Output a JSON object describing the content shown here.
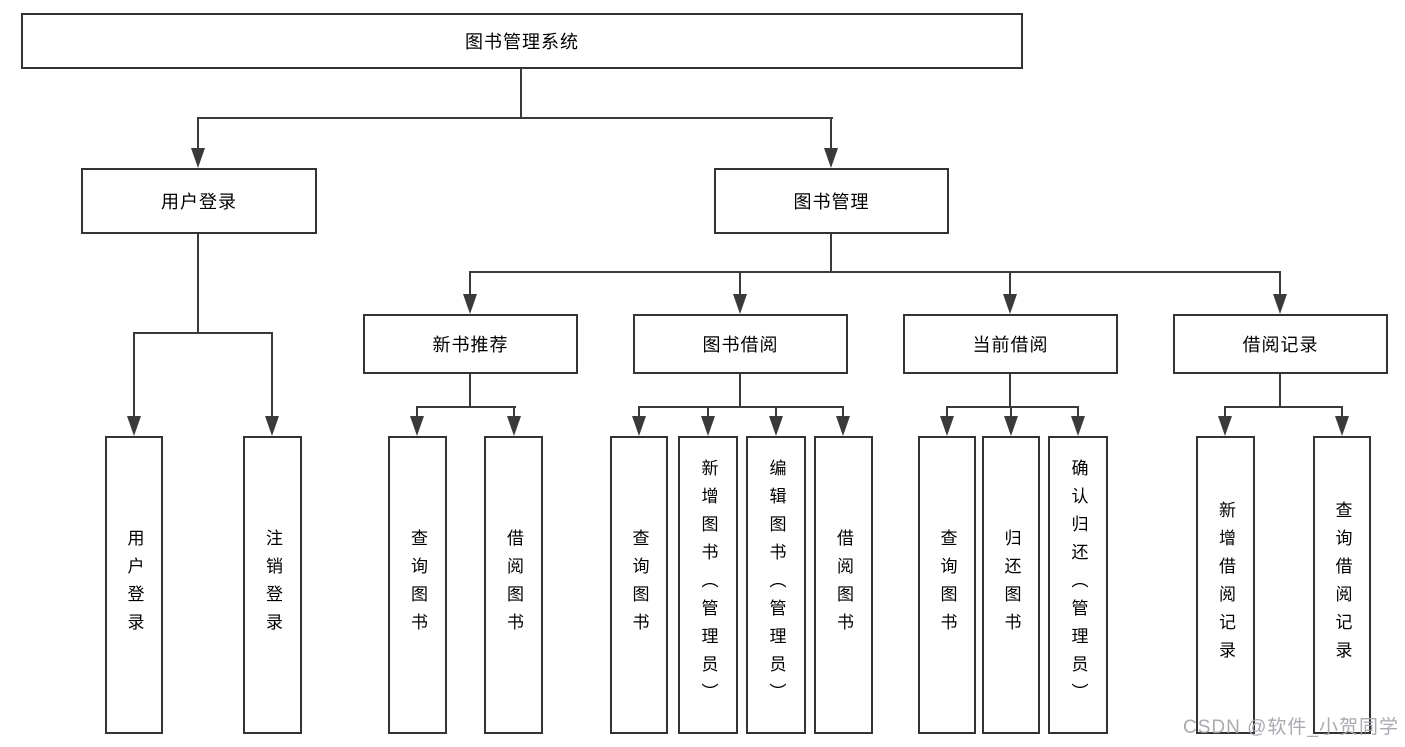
{
  "diagram": {
    "title": "图书管理系统",
    "root": {
      "label": "图书管理系统"
    },
    "level2": [
      {
        "label": "用户登录"
      },
      {
        "label": "图书管理"
      }
    ],
    "level3": [
      {
        "label": "新书推荐"
      },
      {
        "label": "图书借阅"
      },
      {
        "label": "当前借阅"
      },
      {
        "label": "借阅记录"
      }
    ],
    "leaves": [
      {
        "parent": "用户登录",
        "label": "用户登录"
      },
      {
        "parent": "用户登录",
        "label": "注销登录"
      },
      {
        "parent": "新书推荐",
        "label": "查询图书"
      },
      {
        "parent": "新书推荐",
        "label": "借阅图书"
      },
      {
        "parent": "图书借阅",
        "label": "查询图书"
      },
      {
        "parent": "图书借阅",
        "label": "新增图书（管理员）"
      },
      {
        "parent": "图书借阅",
        "label": "编辑图书（管理员）"
      },
      {
        "parent": "图书借阅",
        "label": "借阅图书"
      },
      {
        "parent": "当前借阅",
        "label": "查询图书"
      },
      {
        "parent": "当前借阅",
        "label": "归还图书"
      },
      {
        "parent": "当前借阅",
        "label": "确认归还（管理员）"
      },
      {
        "parent": "借阅记录",
        "label": "新增借阅记录"
      },
      {
        "parent": "借阅记录",
        "label": "查询借阅记录"
      }
    ],
    "colors": {
      "line": "#3a3a3a",
      "box_border": "#333333",
      "text": "#000000",
      "watermark": "#a5a5ac",
      "background": "#ffffff"
    },
    "watermark": "CSDN @软件_小贺同学"
  }
}
